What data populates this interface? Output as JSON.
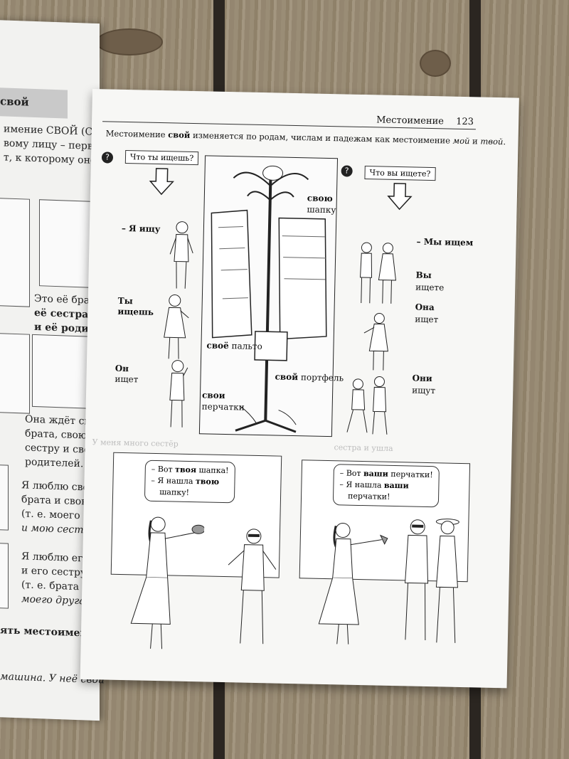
{
  "left_page": {
    "header": "свой",
    "lines": [
      "имение СВОЙ (СВОЁ",
      "вому лицу – первому",
      "т, к которому оно отно"
    ],
    "caption1": [
      "Это её брат,",
      "её сестра",
      "и её родители."
    ],
    "caption2": [
      "Она ждёт своего",
      "брата, свою",
      "сестру и своих",
      "родителей."
    ],
    "caption3": [
      "Я люблю своего",
      "брата и свою",
      "(т. е. моего брата",
      "и мою сестру)."
    ],
    "caption4": [
      "Я люблю его бра",
      "и его сестру",
      "(т. е. брата и сес",
      "моего друга)."
    ],
    "bottom": [
      "ять местоимение",
      "машина. У неё свой"
    ]
  },
  "page": {
    "header_title": "Местоимение",
    "page_number": "123",
    "intro_pre": "Местоимение ",
    "intro_bold": "свой",
    "intro_mid": " изменяется по родам, числам и падежам как местоимение ",
    "intro_it1": "мой",
    "intro_and": " и ",
    "intro_it2": "твой",
    "intro_end": ".",
    "q_icon": "?",
    "q_left": "Что ты ищешь?",
    "q_right": "Что вы ищете?",
    "left_labels": {
      "ya": "– Я ищу",
      "ty1": "Ты",
      "ty2": "ищешь",
      "on1": "Он",
      "on2": "ищет"
    },
    "right_labels": {
      "my": "– Мы ищем",
      "vy1": "Вы",
      "vy2": "ищете",
      "ona1": "Она",
      "ona2": "ищет",
      "oni1": "Они",
      "oni2": "ищут"
    },
    "rack_labels": {
      "hat_bold": "свою",
      "hat": "шапку",
      "coat_bold": "своё",
      "coat": " пальто",
      "bag_bold": "свой",
      "bag": " портфель",
      "gloves_bold": "свои",
      "gloves": "перчатки"
    },
    "scene1": {
      "line1_pre": "– Вот ",
      "line1_bold": "твоя",
      "line1_post": " шапка!",
      "line2_pre": "– Я нашла ",
      "line2_bold": "твою",
      "line3": "шапку!"
    },
    "scene2": {
      "line1_pre": "– Вот ",
      "line1_bold": "ваши",
      "line1_post": " перчатки!",
      "line2_pre": "– Я нашла ",
      "line2_bold": "ваши",
      "line3": "перчатки!"
    }
  }
}
